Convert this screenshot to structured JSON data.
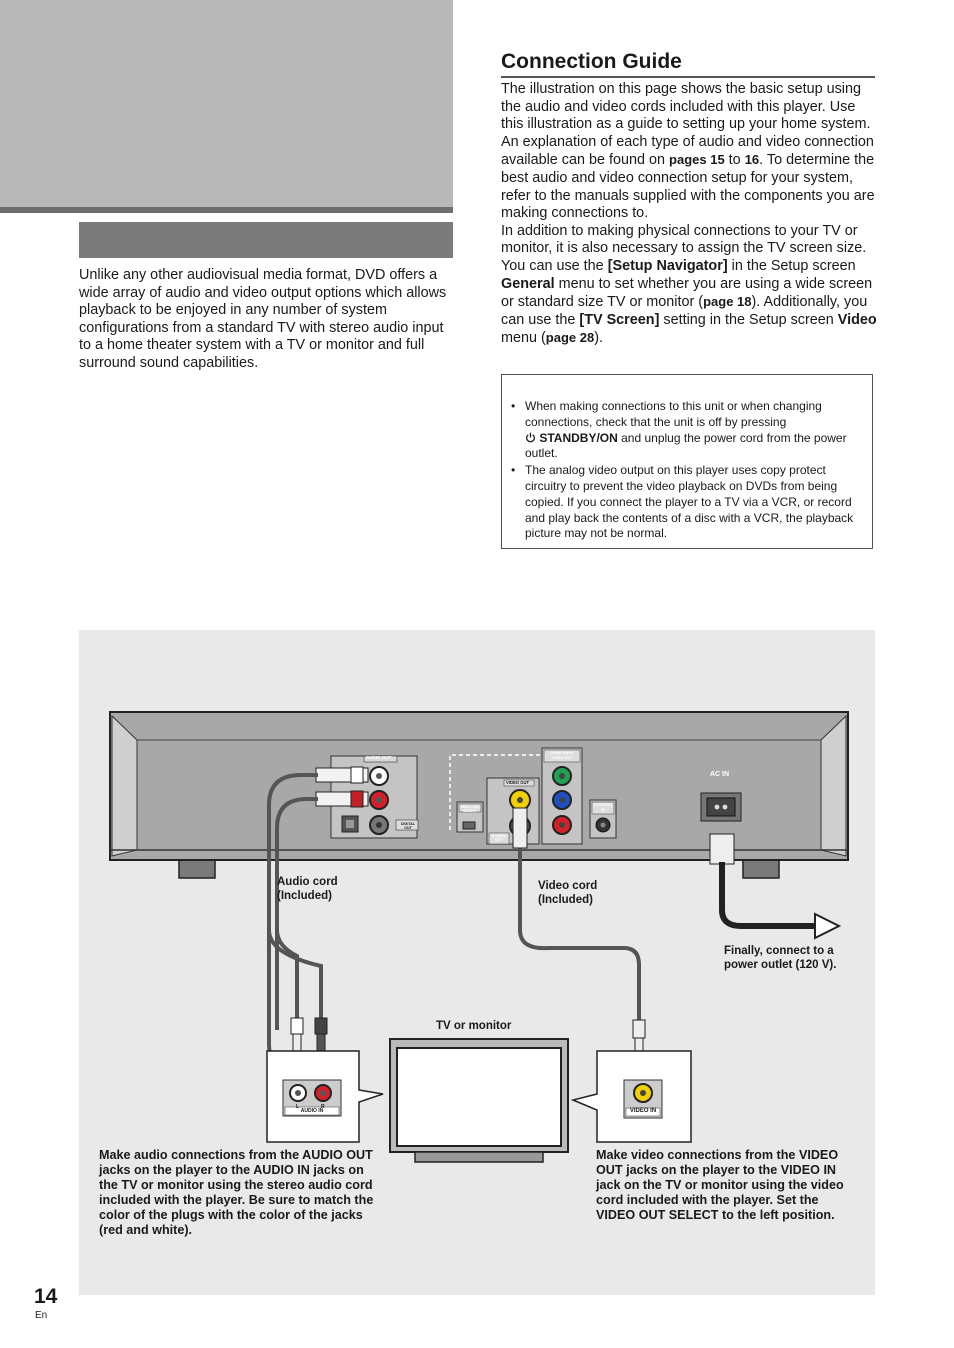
{
  "intro": "Unlike any other audiovisual media format, DVD offers a wide array of audio and video output options which allows playback to be enjoyed in any number of system configurations from a standard TV with stereo audio input to a home theater system with a TV or monitor and full surround sound capabilities.",
  "title": "Connection Guide",
  "paragraphs": {
    "p1": "The illustration on this page shows the basic setup using the audio and video cords included with this player. Use this illustration as a guide to setting up your home system.",
    "p2a": "An explanation of each type of audio and video connection available can be found on ",
    "p2_pages15": "pages 15",
    "p2_to": " to ",
    "p2_16": "16",
    "p2b": ". To determine the best audio and video connection setup for your system, refer to the manuals supplied with the components you are making connections to.",
    "p3a": "In addition to making physical connections to your TV or monitor, it is also necessary to assign the TV screen size. You can use the ",
    "p3_setup_nav": "[Setup Navigator]",
    "p3b": " in the Setup screen ",
    "p3_general": "General",
    "p3c": " menu to set whether you are using a wide screen or standard size TV or monitor (",
    "p3_page18": "page 18",
    "p3d": "). Additionally, you can use the ",
    "p3_tvscreen": "[TV Screen]",
    "p3e": " setting in the Setup screen ",
    "p3_video": "Video",
    "p3f": " menu (",
    "p3_page28": "page 28",
    "p3g": ")."
  },
  "notes": {
    "n1a": "When making connections to this unit or when changing connections, check that the unit is off by pressing ",
    "n1_standby": "STANDBY/ON",
    "n1b": " and unplug the power cord from the power outlet.",
    "n2": "The analog video output on this player uses copy protect circuitry to prevent the video playback on DVDs from being copied. If you connect the player to a TV via a VCR, or record and play back the contents of a disc with a VCR, the playback picture may not be normal."
  },
  "diagram": {
    "panel": {
      "audio_out": "AUDIO OUT",
      "digital_out": "DIGITAL OUT",
      "video_out_select": "VIDEO OUT SELECT",
      "video_out": "VIDEO OUT",
      "s_video_out": "S-VIDEO OUT",
      "component_video_out": "COMPONENT VIDEO OUT",
      "control_in": "CONTROL IN",
      "ac_in": "AC IN"
    },
    "audio_cord": "Audio cord (Included)",
    "video_cord": "Video cord (Included)",
    "power_note": "Finally, connect to a power outlet (120 V).",
    "tv_label": "TV or monitor",
    "audio_in": "AUDIO IN",
    "audio_l": "L",
    "audio_r": "R",
    "video_in": "VIDEO IN",
    "audio_caption": "Make audio connections from the AUDIO OUT jacks on the player to the AUDIO IN jacks on the TV or monitor using the stereo audio cord included with the player. Be sure to match the color of the plugs with the color of the jacks (red and white).",
    "video_caption": "Make video connections from the VIDEO OUT jacks on the player to the VIDEO IN jack on the TV or monitor using the video cord included with the player. Set the VIDEO OUT SELECT to the left position."
  },
  "page": {
    "number": "14",
    "lang": "En"
  }
}
